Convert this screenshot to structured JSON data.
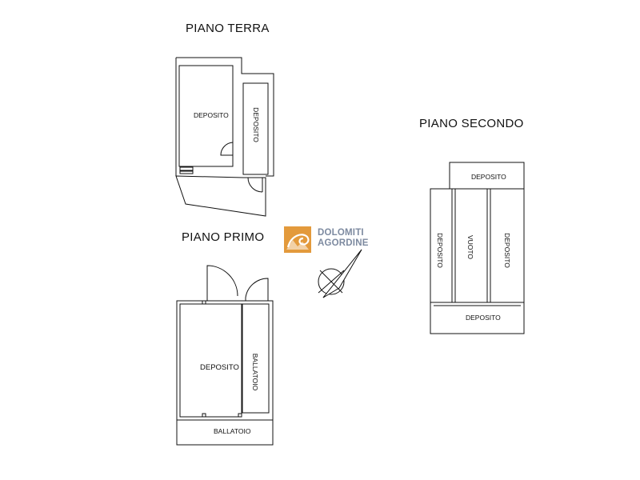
{
  "floors": {
    "terra": {
      "title": "PIANO TERRA",
      "rooms": {
        "deposito_main": "DEPOSITO",
        "deposito_side": "DEPOSITO"
      }
    },
    "primo": {
      "title": "PIANO PRIMO",
      "rooms": {
        "deposito": "DEPOSITO",
        "ballatoio_side": "BALLATOIO",
        "ballatoio_bottom": "BALLATOIO"
      }
    },
    "secondo": {
      "title": "PIANO SECONDO",
      "rooms": {
        "deposito_top": "DEPOSITO",
        "deposito_left": "DEPOSITO",
        "vuoto": "VUOTO",
        "deposito_right": "DEPOSITO",
        "deposito_bottom": "DEPOSITO"
      }
    }
  },
  "logo": {
    "line1": "DOLOMITI",
    "line2": "AGORDINE",
    "mark_color": "#e39a3c"
  },
  "compass": {
    "icon": "north-arrow-icon"
  }
}
